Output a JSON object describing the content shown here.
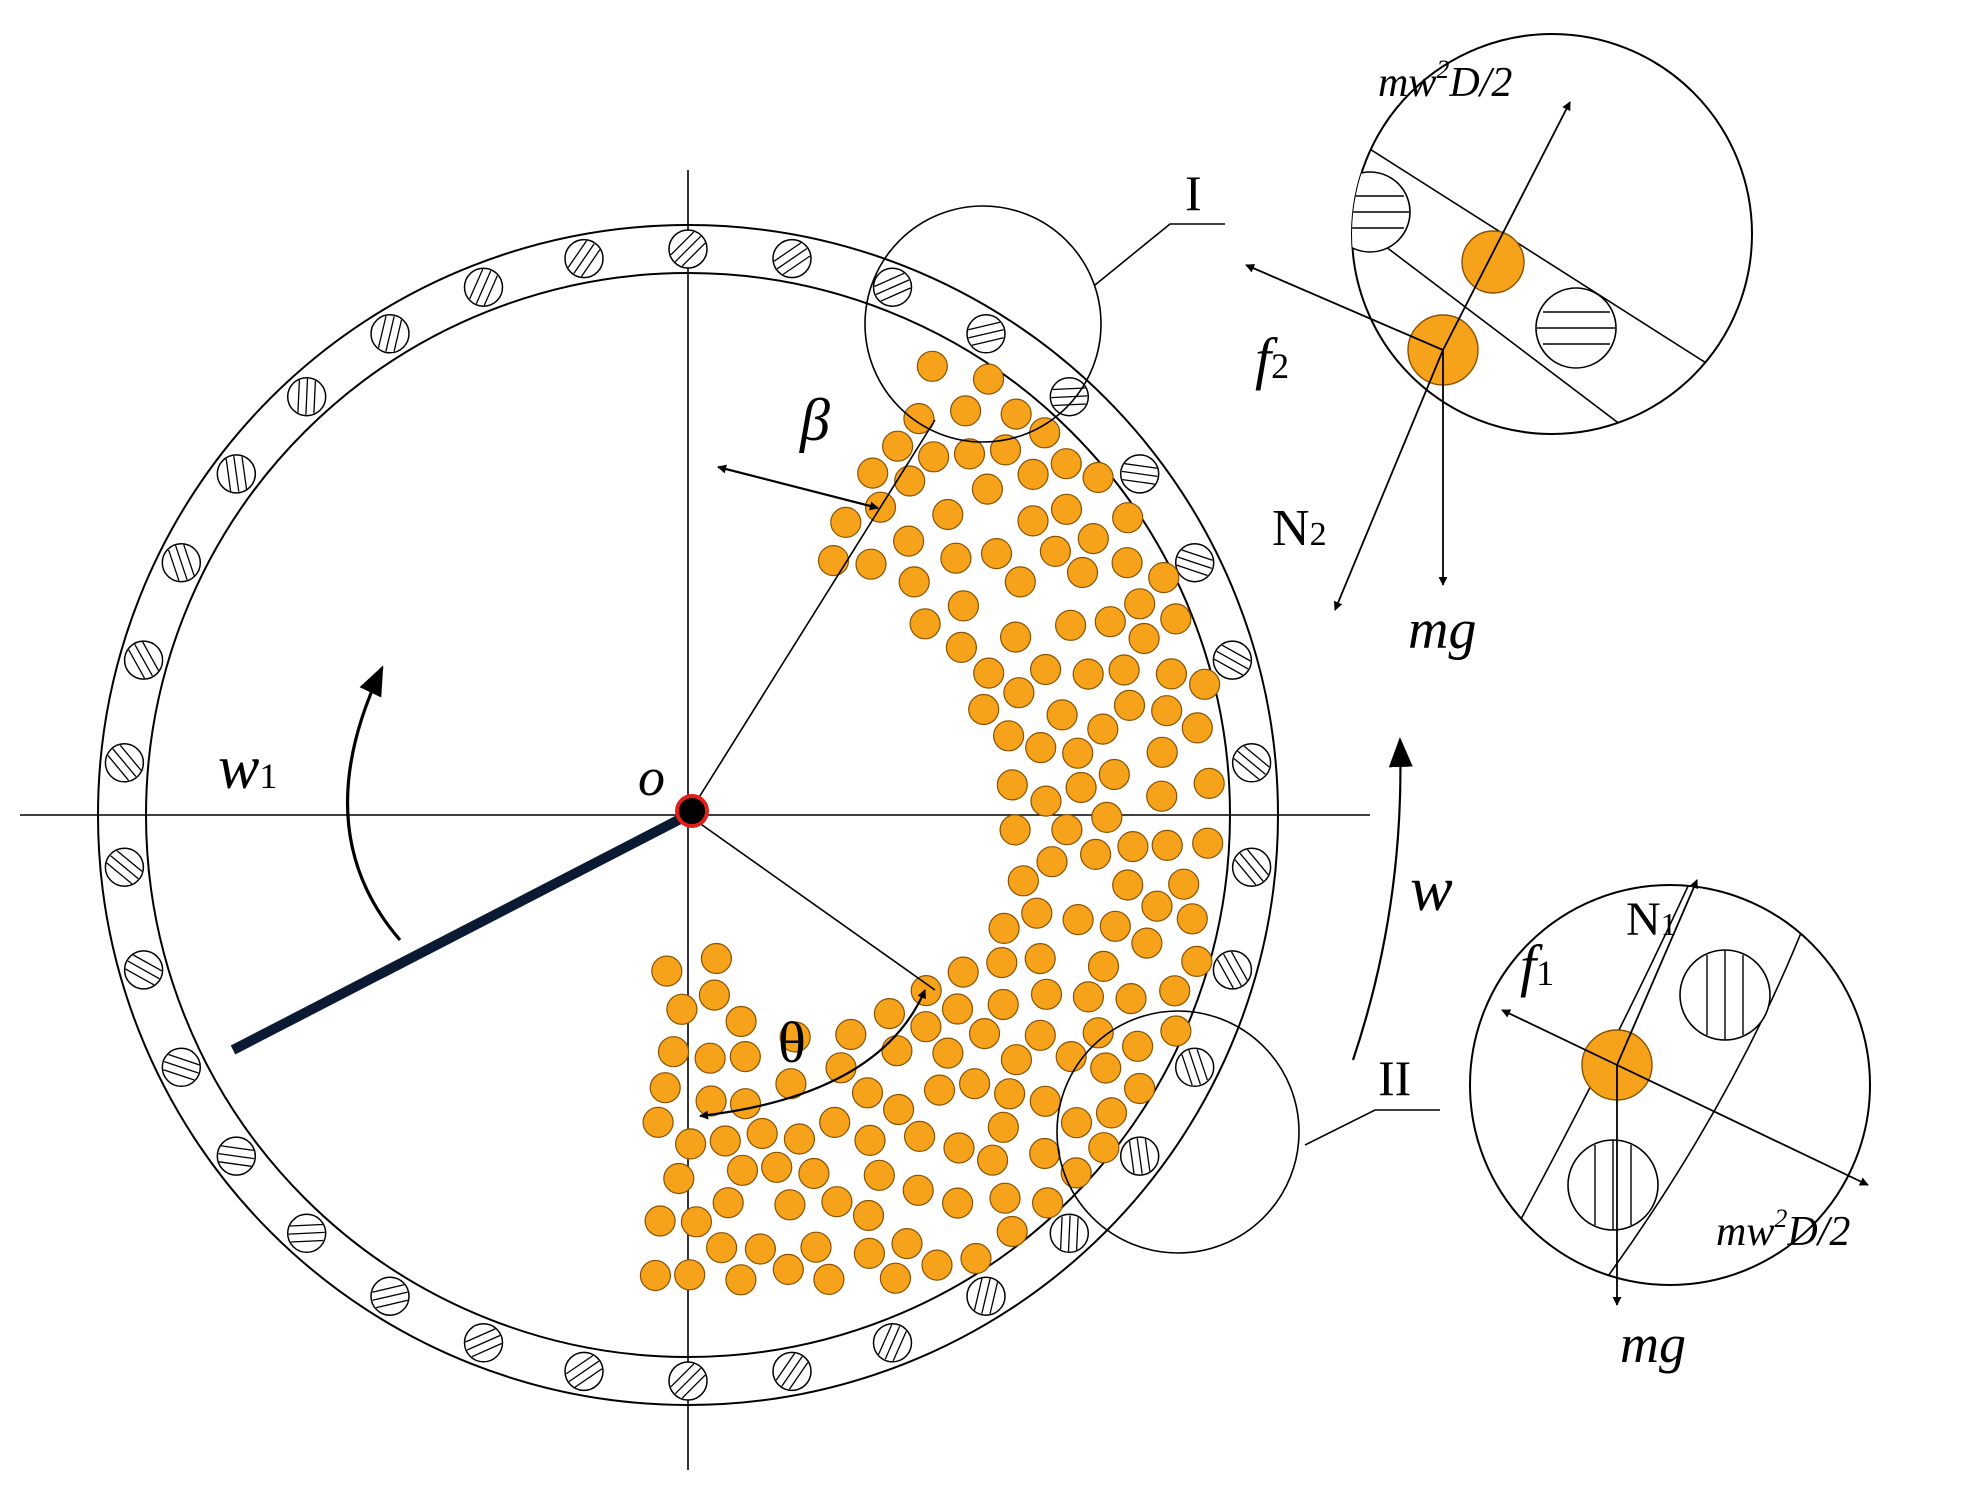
{
  "colors": {
    "ball_fill": "#F7A21B",
    "ball_stroke": "#8A5200",
    "line": "#000000",
    "rotor_arm": "#0A1A33",
    "center_fill": "#000000",
    "center_ring": "#E0201B"
  },
  "labels": {
    "center": "o",
    "w1_base": "w",
    "w1_sub": "1",
    "w": "w",
    "beta": "β",
    "theta": "θ",
    "detail_I": "I",
    "detail_II": "II"
  },
  "detail_I": {
    "force_up_a": "mw",
    "force_up_sup": "2",
    "force_up_b": "D/2",
    "f_base": "f",
    "f_sub": "2",
    "N_base": "N",
    "N_sub": "2",
    "mg": "mg"
  },
  "detail_II": {
    "N_base": "N",
    "N_sub": "1",
    "f_base": "f",
    "f_sub": "1",
    "force_a": "mw",
    "force_sup": "2",
    "force_b": "D/2",
    "mg": "mg"
  }
}
